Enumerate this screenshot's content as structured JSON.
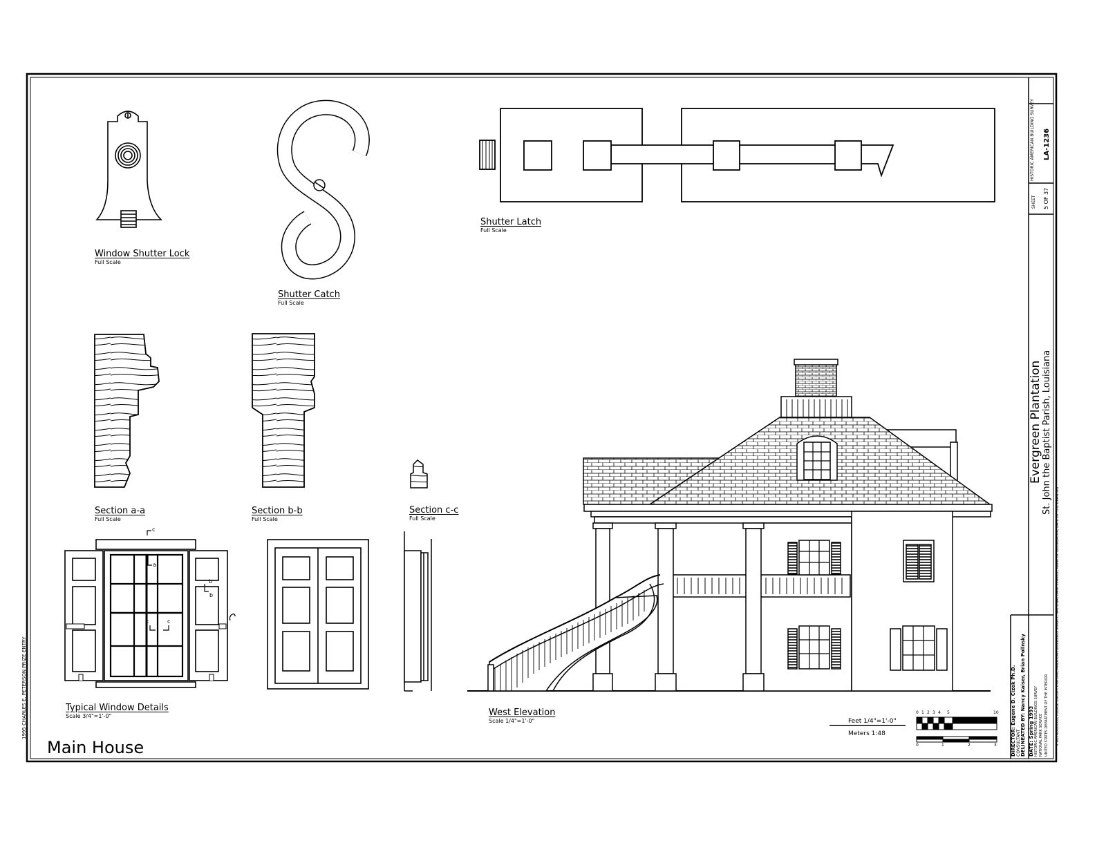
{
  "sheet": {
    "main_title": "Main House",
    "vertical_left": "1995 CHARLES E. PETERSON PRIZE ENTRY"
  },
  "details": {
    "window_shutter_lock": {
      "title": "Window Shutter Lock",
      "scale": "Full Scale"
    },
    "shutter_catch": {
      "title": "Shutter Catch",
      "scale": "Full Scale"
    },
    "shutter_latch": {
      "title": "Shutter Latch",
      "scale": "Full Scale"
    },
    "section_aa": {
      "title": "Section  a-a",
      "scale": "Full Scale"
    },
    "section_bb": {
      "title": "Section  b-b",
      "scale": "Full Scale"
    },
    "section_cc": {
      "title": "Section  c-c",
      "scale": "Full Scale"
    },
    "typical_window": {
      "title": "Typical Window Details",
      "scale": "Scale 3/4\"=1'-0\""
    },
    "west_elevation": {
      "title": "West Elevation",
      "scale": "Scale 1/4\"=1'-0\""
    }
  },
  "section_marks": {
    "a": "a",
    "b": "b",
    "c": "c"
  },
  "scale_bar": {
    "feet_label": "Feet 1/4\"=1'-0\"",
    "meters_label": "Meters 1:48",
    "feet_ticks": [
      "0",
      "1",
      "2",
      "3",
      "4",
      "5",
      "10"
    ],
    "meter_ticks": [
      "0",
      "1",
      "2",
      "3"
    ]
  },
  "title_block": {
    "project": "Evergreen Plantation",
    "location": "St. John the Baptist Parish, Louisiana",
    "director": "DIRECTOR: Eugene D. Cizek Ph.D.",
    "consultant": "CONSULTANT",
    "delineated": "DELINEATED BY: Nancy Kaiser, Brian Pollnsky",
    "date": "DATE: Spring 1993",
    "agency1": "HISTORIC AMERICAN BUILDINGS SURVEY",
    "agency2": "NATIONAL PARK SERVICE",
    "agency3": "UNITED STATES DEPARTMENT OF THE INTERIOR",
    "survey": "HISTORIC AMERICAN BUILDING SURVEY",
    "survey_number": "LA-1236",
    "sheet_label": "SHEET",
    "sheet_number": "5 OF 37",
    "reproduction_note": "IF REPRODUCED, PLEASE CREDIT: HISTORIC AMERICAN BUILDINGS SURVEY, NATIONAL PARK SERVICE, NAME OF DELINEATOR, DATE OF THE DRAWING"
  }
}
